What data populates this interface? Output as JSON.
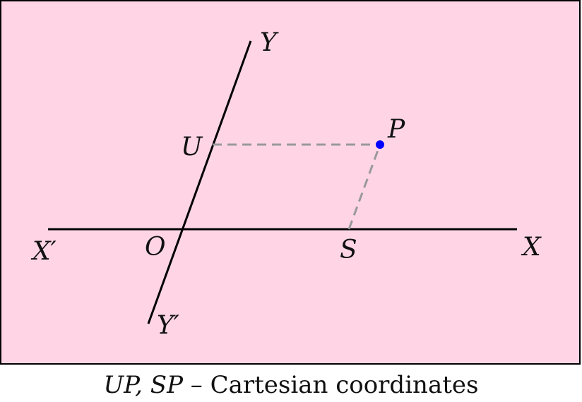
{
  "colors": {
    "background": "#ffd5e6",
    "frame": "#000000",
    "axis": "#000000",
    "projection": "#999999",
    "point": "#0000ff"
  },
  "labels": {
    "x_pos": "X",
    "x_neg": "X′",
    "y_pos": "Y",
    "y_neg": "Y′",
    "origin": "O",
    "u": "U",
    "s": "S",
    "p": "P"
  },
  "caption": {
    "math": "UP, SP",
    "text": " – Cartesian coordinates"
  }
}
